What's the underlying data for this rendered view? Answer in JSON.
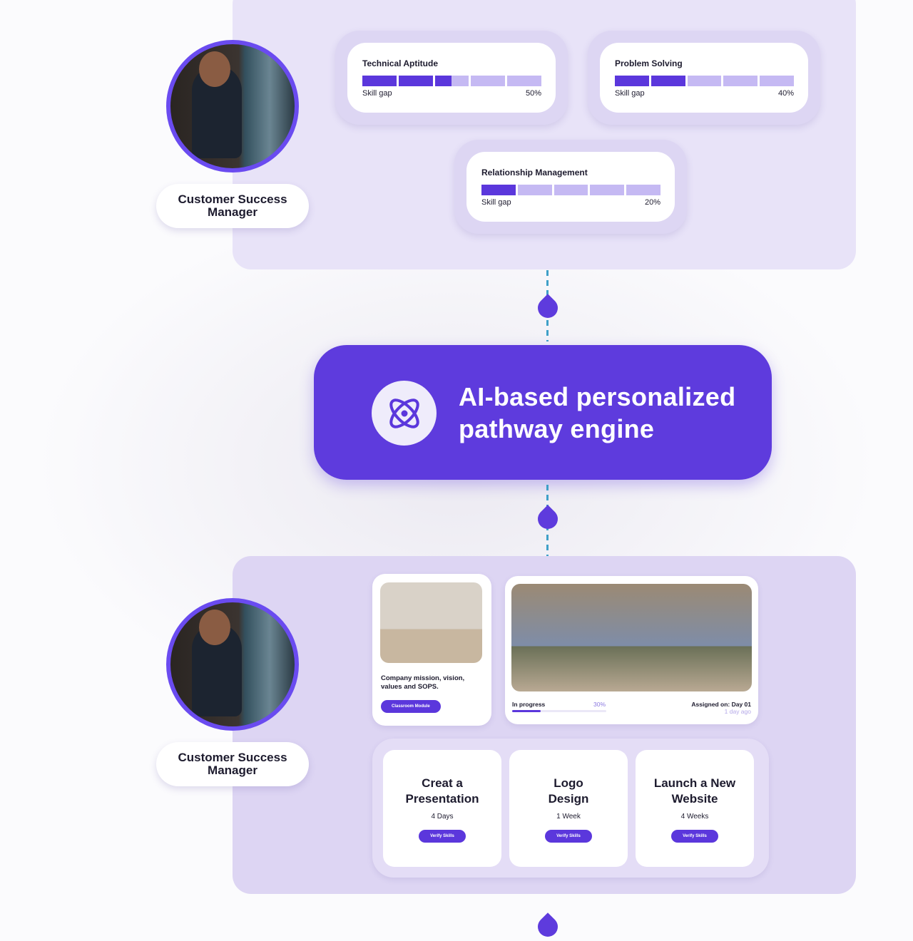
{
  "top": {
    "role": "Customer Success Manager",
    "skills": [
      {
        "title": "Technical Aptitude",
        "label": "Skill gap",
        "value": "50%",
        "fraction": 0.5
      },
      {
        "title": "Problem Solving",
        "label": "Skill gap",
        "value": "40%",
        "fraction": 0.4
      },
      {
        "title": "Relationship Management",
        "label": "Skill gap",
        "value": "20%",
        "fraction": 0.2
      }
    ]
  },
  "engine": {
    "icon": "atom-icon",
    "title": "AI-based personalized pathway engine"
  },
  "bottom": {
    "role": "Customer Success Manager",
    "module": {
      "text": "Company mission, vision, values and SOPS.",
      "button": "Classroom Module"
    },
    "progress": {
      "status": "In progress",
      "percent": "30%",
      "fraction": 0.3,
      "assigned": "Assigned on: Day 01",
      "ago": "1 day ago"
    },
    "tasks": [
      {
        "name": "Creat a Presentation",
        "duration": "4 Days",
        "button": "Verify Skills"
      },
      {
        "name": "Logo Design",
        "duration": "1 Week",
        "button": "Verify Skills"
      },
      {
        "name": "Launch a New Website",
        "duration": "4 Weeks",
        "button": "Verify Skills"
      }
    ]
  },
  "colors": {
    "accent": "#5e3bdd",
    "connector": "#3fa0c8"
  }
}
